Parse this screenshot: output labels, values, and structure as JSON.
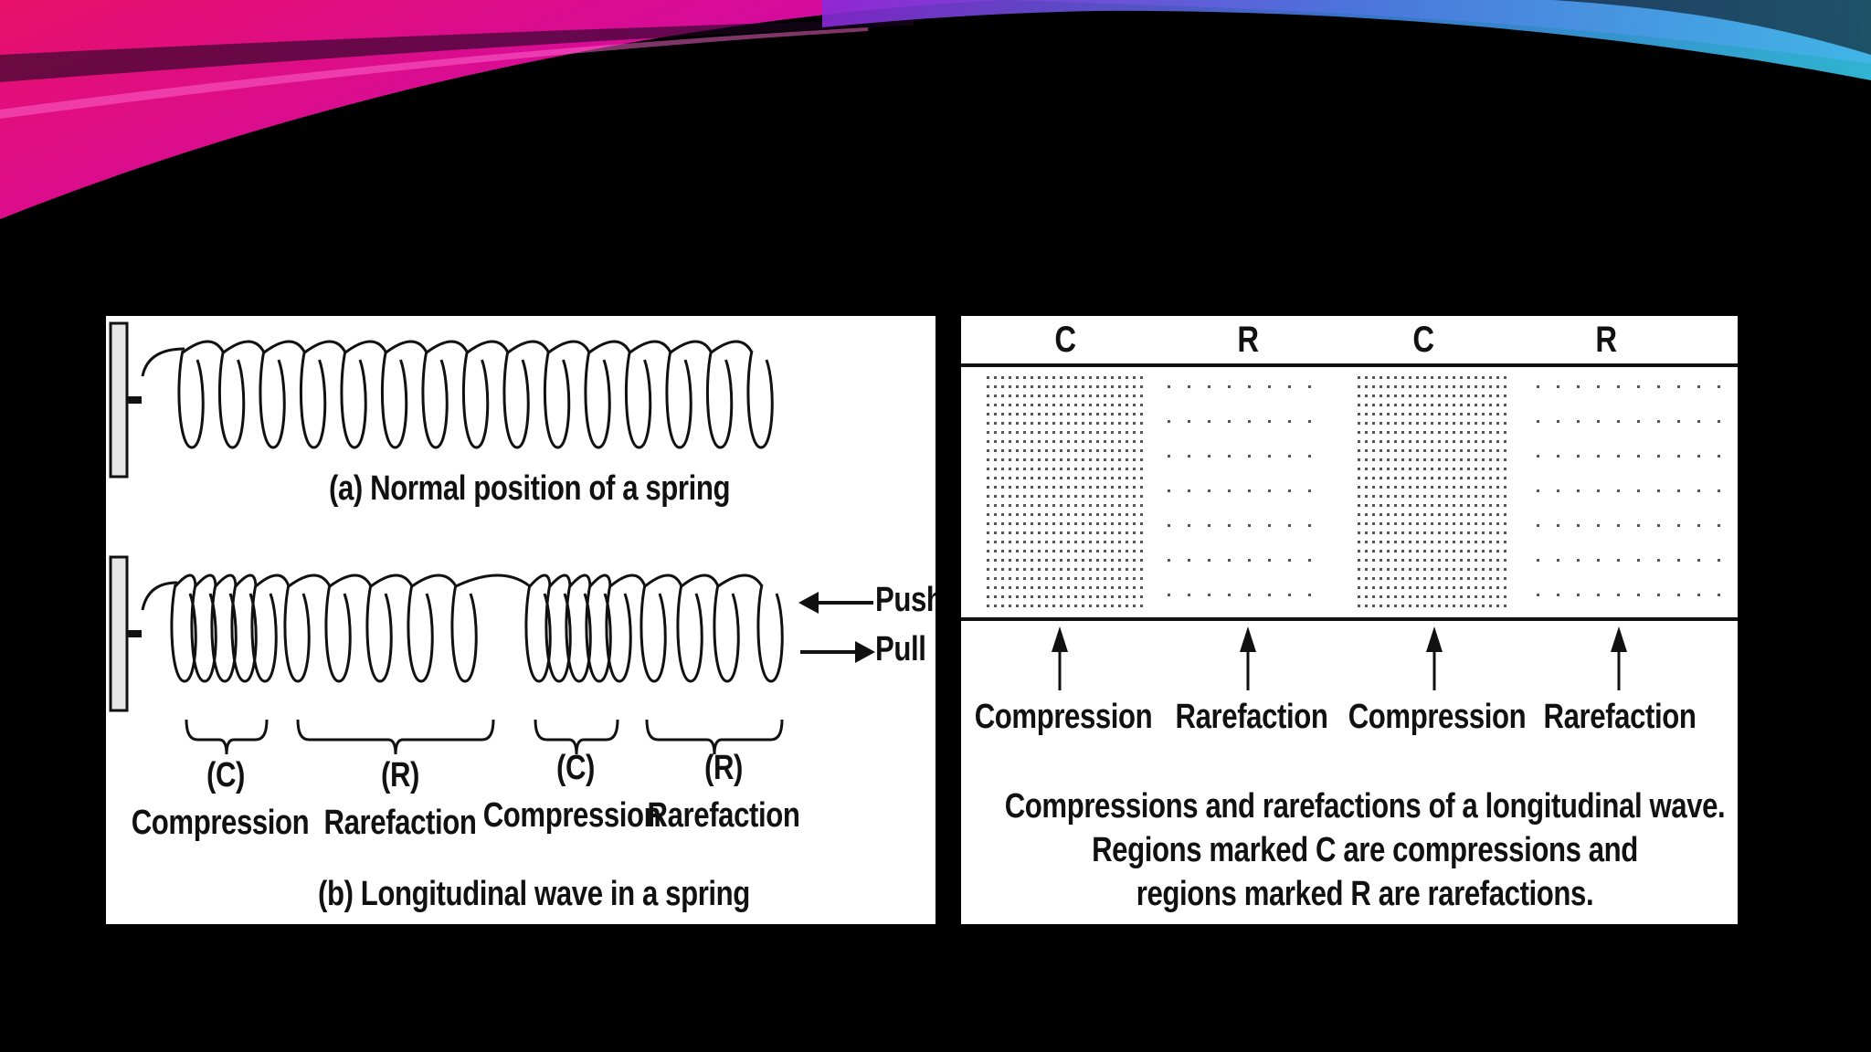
{
  "colors": {
    "background": "#000000",
    "panel": "#ffffff",
    "ink": "#111111",
    "banner_magenta": "#d10aa8",
    "banner_pink": "#e8106a",
    "banner_cyan": "#35c8e8"
  },
  "spring_diagram": {
    "caption_a": "(a) Normal position of a spring",
    "caption_b": "(b) Longitudinal wave in a spring",
    "push": "Push",
    "pull": "Pull",
    "regions": [
      {
        "code": "(C)",
        "name": "Compression"
      },
      {
        "code": "(R)",
        "name": "Rarefaction"
      },
      {
        "code": "(C)",
        "name": "Compression"
      },
      {
        "code": "(R)",
        "name": "Rarefaction"
      }
    ]
  },
  "density_diagram": {
    "top_labels": [
      "C",
      "R",
      "C",
      "R"
    ],
    "arrow_labels": [
      "Compression",
      "Rarefaction",
      "Compression",
      "Rarefaction"
    ],
    "caption_lines": [
      "Compressions and rarefactions of a longitudinal  wave.",
      "Regions marked C are compressions and",
      "regions marked R are rarefactions."
    ]
  }
}
